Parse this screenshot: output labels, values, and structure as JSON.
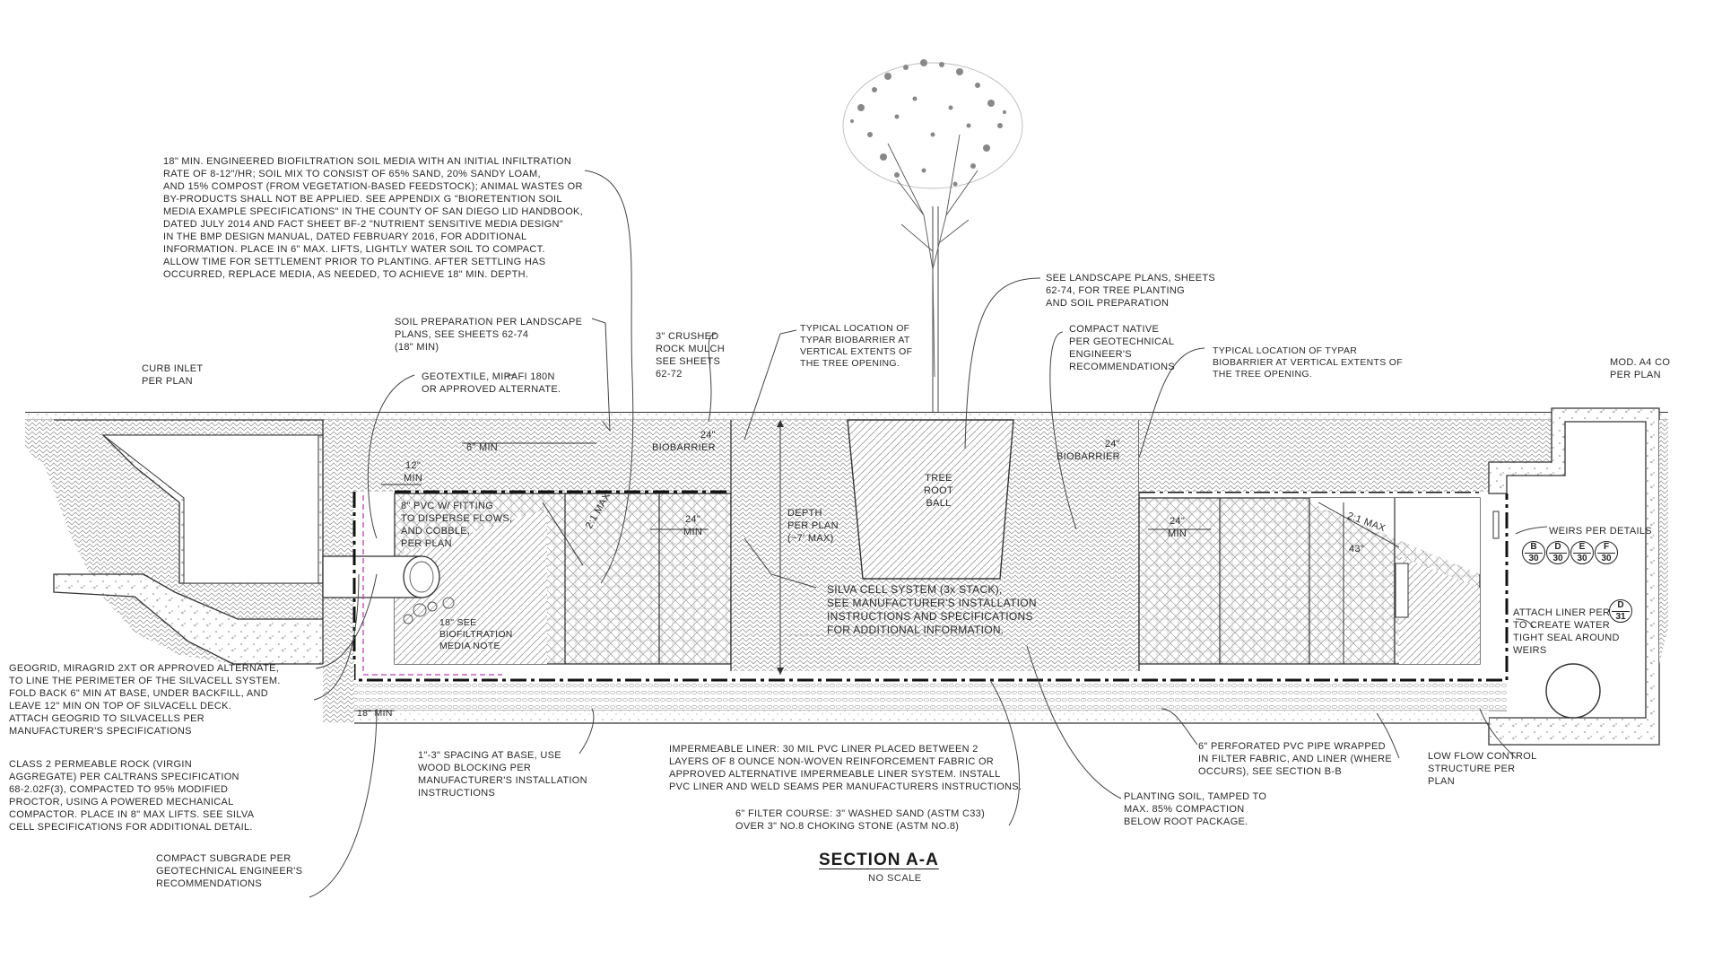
{
  "title": "SECTION A-A",
  "subtitle": "NO SCALE",
  "notes": {
    "soil_media": "18\" MIN. ENGINEERED BIOFILTRATION SOIL MEDIA WITH AN INITIAL INFILTRATION\nRATE OF 8-12\"/HR; SOIL MIX TO CONSIST OF 65% SAND, 20% SANDY LOAM,\nAND 15% COMPOST (FROM VEGETATION-BASED FEEDSTOCK); ANIMAL WASTES OR\nBY-PRODUCTS SHALL NOT BE APPLIED.  SEE APPENDIX G \"BIORETENTION SOIL\nMEDIA EXAMPLE SPECIFICATIONS\" IN THE COUNTY OF SAN DIEGO LID HANDBOOK,\nDATED JULY 2014 AND FACT SHEET BF-2 \"NUTRIENT SENSITIVE MEDIA DESIGN\"\nIN THE BMP DESIGN MANUAL, DATED FEBRUARY 2016, FOR ADDITIONAL\nINFORMATION.  PLACE IN 6\" MAX. LIFTS, LIGHTLY WATER SOIL TO COMPACT.\nALLOW TIME FOR SETTLEMENT PRIOR TO PLANTING.  AFTER SETTLING HAS\nOCCURRED, REPLACE MEDIA, AS NEEDED, TO ACHIEVE 18\" MIN. DEPTH.",
    "soil_prep": "SOIL PREPARATION PER LANDSCAPE\nPLANS, SEE SHEETS 62-74\n(18\" MIN)",
    "crushed_rock": "3\" CRUSHED\nROCK MULCH\nSEE SHEETS\n62-72",
    "typar_left": "TYPICAL LOCATION OF\nTYPAR BIOBARRIER AT\nVERTICAL EXTENTS OF\nTHE TREE OPENING.",
    "landscape_plans": "SEE LANDSCAPE PLANS, SHEETS\n62-74, FOR TREE PLANTING\nAND SOIL PREPARATION",
    "compact_native": "COMPACT NATIVE\nPER GEOTECHNICAL\nENGINEER'S\nRECOMMENDATIONS",
    "typar_right": "TYPICAL LOCATION OF TYPAR\nBIOBARRIER AT VERTICAL EXTENTS OF\nTHE TREE OPENING.",
    "curb_inlet": "CURB INLET\nPER PLAN",
    "mod_a4": "MOD. A4 CO\nPER PLAN",
    "geotextile": "GEOTEXTILE, MIRAFI 180N\nOR APPROVED ALTERNATE.",
    "six_min": "6\" MIN",
    "twelve_min": "12\"\nMIN",
    "biobarrier_left": "24\"\nBIOBARRIER",
    "biobarrier_right": "24\"\nBIOBARRIER",
    "pvc_fitting": "8\" PVC W/ FITTING\nTO DISPERSE FLOWS,\nAND COBBLE,\nPER PLAN",
    "slope_left": "2:1 MAX",
    "slope_right": "2:1 MAX",
    "min24_left": "24\"\nMIN",
    "min24_right": "24\"\nMIN",
    "depth_per_plan": "DEPTH\nPER PLAN\n(~7' MAX)",
    "root_ball": "TREE\nROOT\nBALL",
    "silva_cell": "SILVA CELL SYSTEM (3x STACK),\nSEE MANUFACTURER'S INSTALLATION\nINSTRUCTIONS AND SPECIFICATIONS\nFOR ADDITIONAL INFORMATION.",
    "biofiltration_note": "18\" SEE\nBIOFILTRATION\nMEDIA NOTE",
    "height_43": "43\"",
    "weirs": "WEIRS PER DETAILS",
    "attach_liner": "ATTACH LINER PER\nTO CREATE WATER\nTIGHT SEAL AROUND\nWEIRS",
    "geogrid": "GEOGRID, MIRAGRID 2XT OR APPROVED ALTERNATE,\nTO LINE THE PERIMETER OF THE SILVACELL SYSTEM.\nFOLD BACK 6\" MIN AT BASE, UNDER BACKFILL, AND\nLEAVE 12\" MIN ON TOP OF SILVACELL DECK.\nATTACH GEOGRID TO SILVACELLS PER\nMANUFACTURER'S SPECIFICATIONS",
    "class2": "CLASS 2 PERMEABLE ROCK (VIRGIN\nAGGREGATE) PER CALTRANS SPECIFICATION\n68-2.02F(3), COMPACTED TO 95% MODIFIED\nPROCTOR, USING A POWERED MECHANICAL\nCOMPACTOR. PLACE IN 8\" MAX LIFTS. SEE SILVA\nCELL SPECIFICATIONS FOR ADDITIONAL DETAIL.",
    "compact_subgrade": "COMPACT SUBGRADE PER\nGEOTECHNICAL ENGINEER'S\nRECOMMENDATIONS",
    "eighteen_min": "18\" MIN",
    "spacing": "1\"-3\" SPACING AT BASE, USE\nWOOD BLOCKING PER\nMANUFACTURER'S INSTALLATION\nINSTRUCTIONS",
    "liner": "IMPERMEABLE LINER: 30 MIL PVC LINER PLACED BETWEEN 2\nLAYERS OF 8 OUNCE NON-WOVEN REINFORCEMENT FABRIC OR\nAPPROVED ALTERNATIVE IMPERMEABLE LINER SYSTEM. INSTALL\nPVC LINER AND WELD SEAMS PER MANUFACTURERS INSTRUCTIONS.",
    "filter_course": "6\" FILTER COURSE: 3\" WASHED SAND (ASTM C33)\nOVER 3\" NO.8 CHOKING STONE (ASTM NO.8)",
    "planting_soil": "PLANTING SOIL, TAMPED TO\nMAX. 85% COMPACTION\nBELOW ROOT PACKAGE.",
    "perforated_pipe": "6\" PERFORATED PVC PIPE WRAPPED\nIN FILTER FABRIC, AND LINER (WHERE\nOCCURS), SEE SECTION B-B",
    "low_flow": "LOW FLOW CONTROL\nSTRUCTURE PER\nPLAN"
  },
  "weir_bubbles": [
    {
      "letter": "B",
      "sheet": "30"
    },
    {
      "letter": "D",
      "sheet": "30"
    },
    {
      "letter": "E",
      "sheet": "30"
    },
    {
      "letter": "F",
      "sheet": "30"
    }
  ],
  "liner_bubble": {
    "letter": "D",
    "sheet": "31"
  }
}
